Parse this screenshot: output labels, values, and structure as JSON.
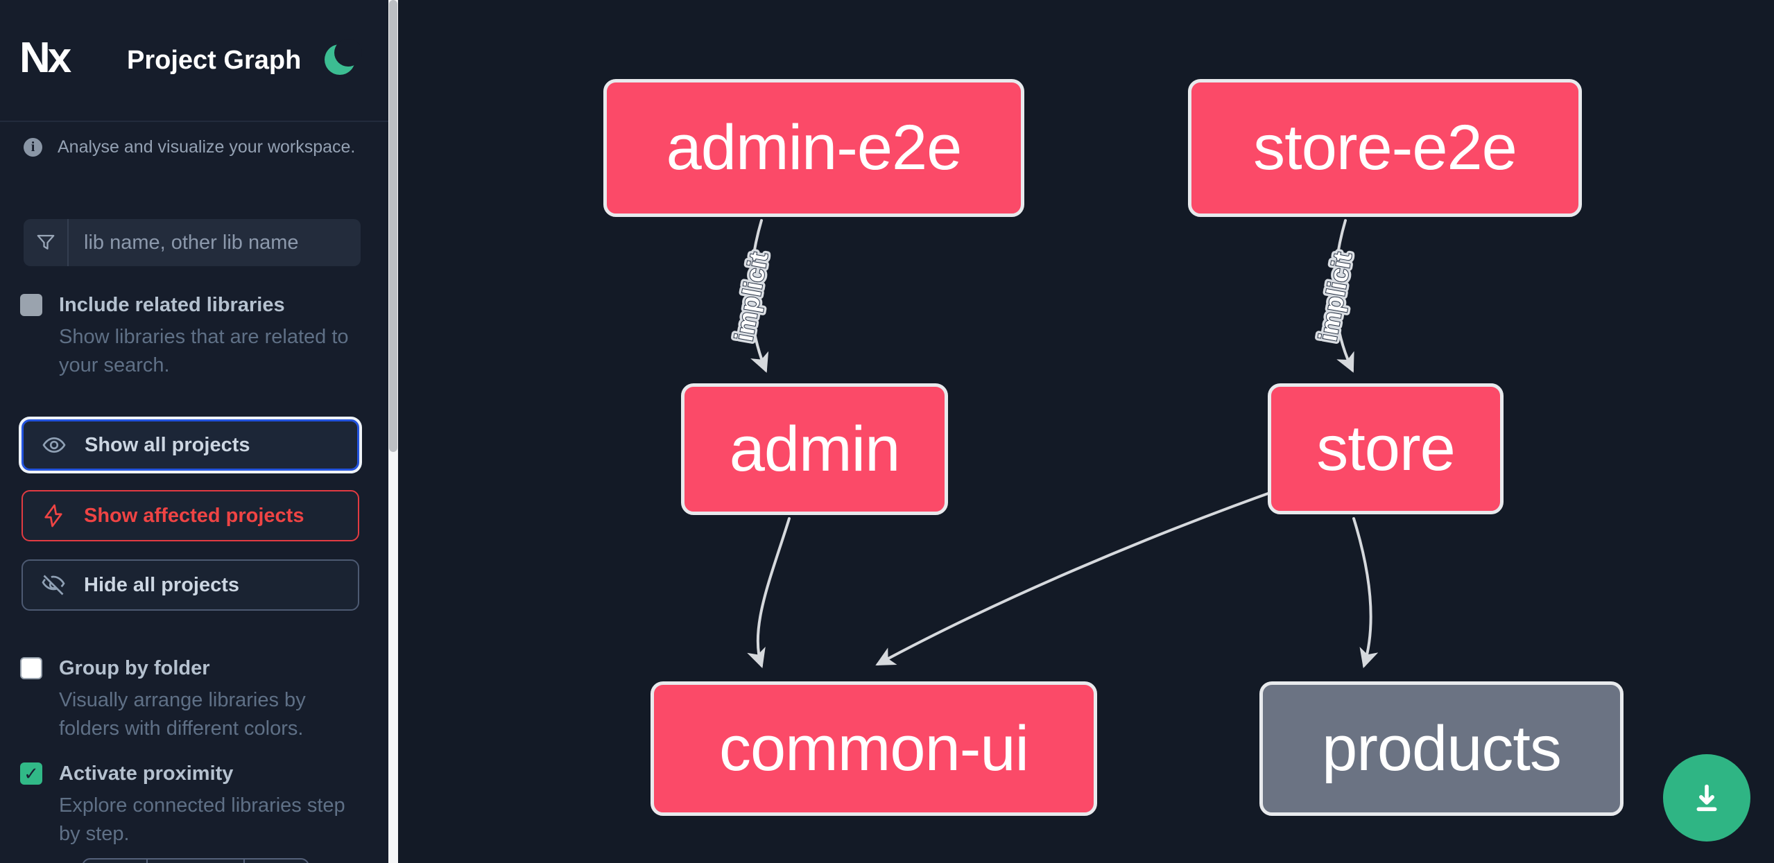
{
  "header": {
    "app_title": "Project Graph",
    "logo_text": "Nx"
  },
  "sidebar": {
    "tagline": "Analyse and visualize your workspace.",
    "info_glyph": "i",
    "search": {
      "placeholder": "lib name, other lib name"
    },
    "filters": [
      {
        "label": "Include related libraries",
        "description": "Show libraries that are related to your search.",
        "checked": false
      },
      {
        "label": "Group by folder",
        "description": "Visually arrange libraries by folders with different colors.",
        "checked": false
      },
      {
        "label": "Activate proximity",
        "description": "Explore connected libraries step by step.",
        "checked": true
      }
    ],
    "check_glyph": "✓",
    "buttons": [
      {
        "label": "Show all projects",
        "state": "active"
      },
      {
        "label": "Show affected projects",
        "state": "affected"
      },
      {
        "label": "Hide all projects",
        "state": "plain"
      }
    ]
  },
  "graph": {
    "nodes": [
      {
        "id": "admin-e2e",
        "label": "admin-e2e",
        "type": "affected"
      },
      {
        "id": "store-e2e",
        "label": "store-e2e",
        "type": "affected"
      },
      {
        "id": "admin",
        "label": "admin",
        "type": "affected"
      },
      {
        "id": "store",
        "label": "store",
        "type": "affected"
      },
      {
        "id": "common-ui",
        "label": "common-ui",
        "type": "affected"
      },
      {
        "id": "products",
        "label": "products",
        "type": "normal"
      }
    ],
    "edges": [
      {
        "source": "admin-e2e",
        "target": "admin",
        "label": "implicit"
      },
      {
        "source": "store-e2e",
        "target": "store",
        "label": "implicit"
      },
      {
        "source": "admin",
        "target": "common-ui",
        "label": ""
      },
      {
        "source": "store",
        "target": "common-ui",
        "label": ""
      },
      {
        "source": "store",
        "target": "products",
        "label": ""
      }
    ]
  },
  "colors": {
    "affected_node": "#fb4a68",
    "normal_node": "#6b7383",
    "node_border": "#e8eaed",
    "edge": "#d6d9dd",
    "accent_blue": "#2353dd",
    "affected_red": "#ef4444",
    "green": "#2fb584",
    "sidebar_bg": "#161d2b",
    "canvas_bg": "#131a26"
  }
}
